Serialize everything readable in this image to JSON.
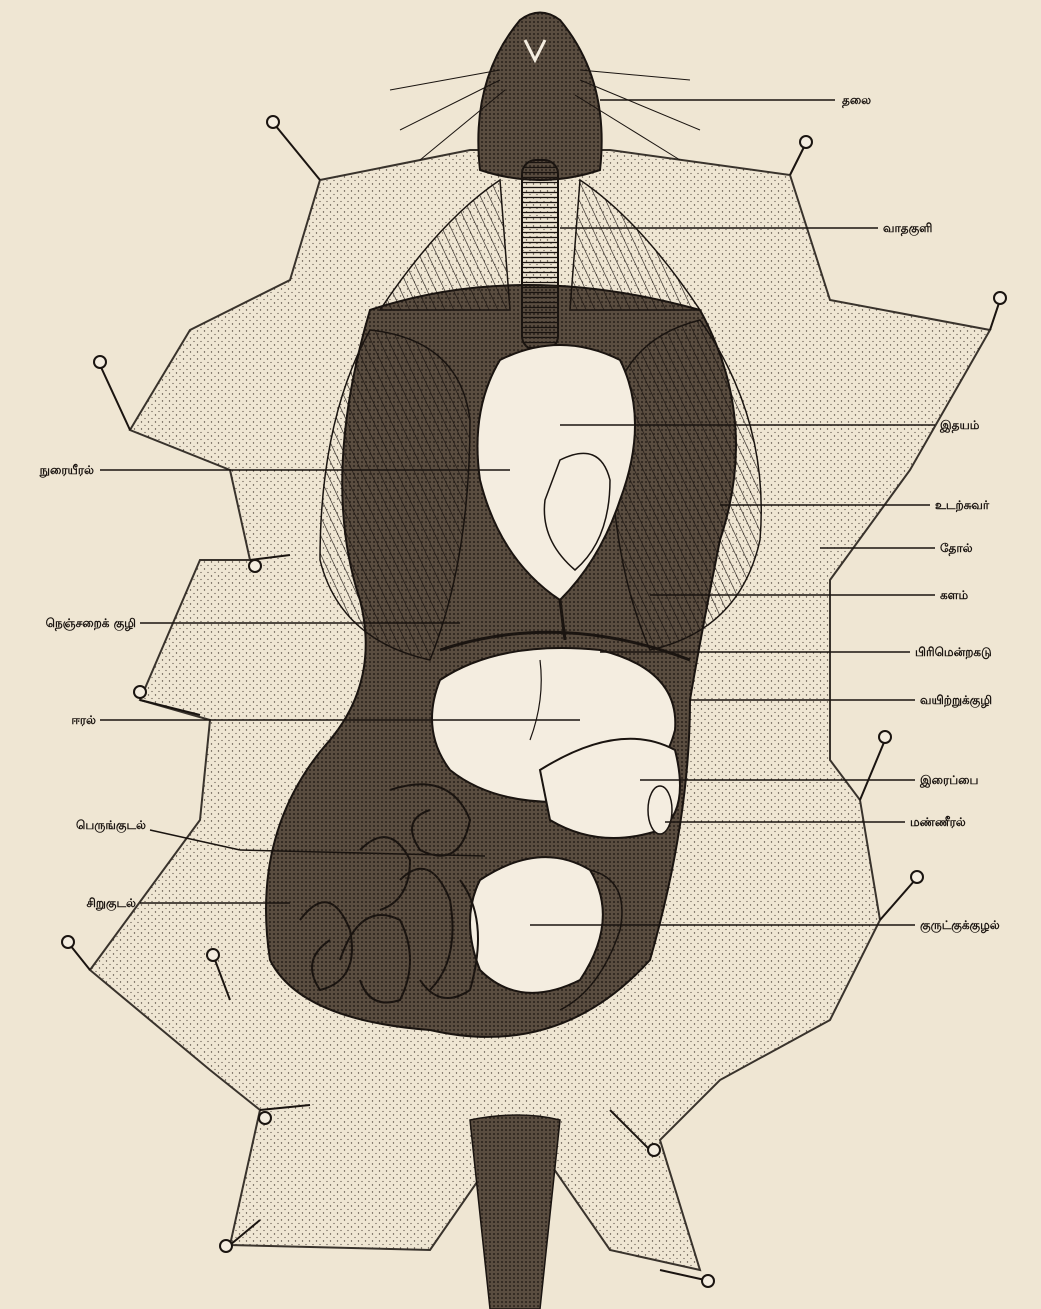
{
  "colors": {
    "paper": "#efe6d3",
    "ink": "#1a1410",
    "organ_fill": "#f4ede0",
    "shade": "#3a3028"
  },
  "labels": {
    "head": "தலை",
    "trachea": "வாதகுளி",
    "heart": "இதயம்",
    "lung": "நுரையீரல்",
    "body_wall": "உடற்சுவர்",
    "skin": "தோல்",
    "cavity_space": "களம்",
    "diaphragm": "பிரிமென்றகடு",
    "thoracic_cavity": "நெஞ்சறைக் குழி",
    "abdominal_cavity": "வயிற்றுக்குழி",
    "liver": "ஈரல்",
    "stomach": "இரைப்பை",
    "spleen": "மண்ணீரல்",
    "large_intestine": "பெருங்குடல்",
    "small_intestine": "சிறுகுடல்",
    "caecum": "குருட்குக்குழல்"
  }
}
